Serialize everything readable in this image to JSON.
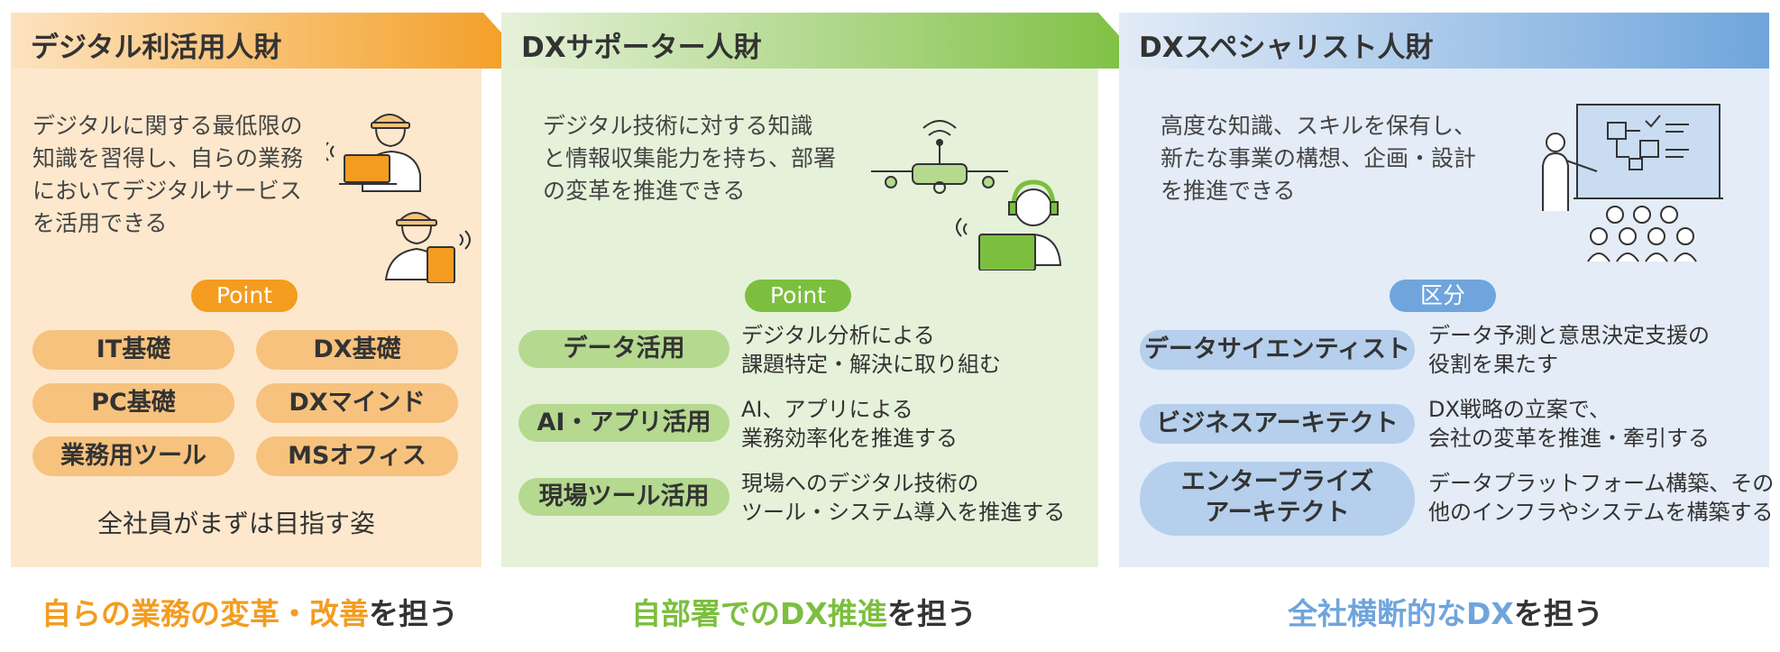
{
  "columns": [
    {
      "title": "デジタル利活用人財",
      "desc": [
        "デジタルに関する最低限の",
        "知識を習得し、自らの業務",
        "においてデジタルサービス",
        "を活用できる"
      ],
      "badge": "Point",
      "chips": [
        "IT基礎",
        "DX基礎",
        "PC基礎",
        "DXマインド",
        "業務用ツール",
        "MSオフィス"
      ],
      "closing": "全社員がまずは目指す姿",
      "footer": {
        "highlight": "自らの業務の変革・改善",
        "suffix": "を担う"
      },
      "accent": "#f39c1f",
      "illustration_icon": "workers-with-laptop-tablet-icon"
    },
    {
      "title": "DXサポーター人財",
      "desc": [
        "デジタル技術に対する知識",
        "と情報収集能力を持ち、部署",
        "の変革を推進できる"
      ],
      "badge": "Point",
      "rows": [
        {
          "label": "データ活用",
          "text": [
            "デジタル分析による",
            "課題特定・解決に取り組む"
          ]
        },
        {
          "label": "AI・アプリ活用",
          "text": [
            "AI、アプリによる",
            "業務効率化を推進する"
          ]
        },
        {
          "label": "現場ツール活用",
          "text": [
            "現場へのデジタル技術の",
            "ツール・システム導入を推進する"
          ]
        }
      ],
      "footer": {
        "highlight": "自部署でのDX推進",
        "suffix": "を担う"
      },
      "accent": "#7cbf3f",
      "illustration_icon": "drone-operator-icon"
    },
    {
      "title": "DXスペシャリスト人財",
      "desc": [
        "高度な知識、スキルを保有し、",
        "新たな事業の構想、企画・設計",
        "を推進できる"
      ],
      "badge": "区分",
      "rows": [
        {
          "label": [
            "データサイエンティスト"
          ],
          "text": [
            "データ予測と意思決定支援の",
            "役割を果たす"
          ]
        },
        {
          "label": [
            "ビジネスアーキテクト"
          ],
          "text": [
            "DX戦略の立案で、",
            "会社の変革を推進・牽引する"
          ]
        },
        {
          "label": [
            "エンタープライズ",
            "アーキテクト"
          ],
          "text": [
            "データプラットフォーム構築、その",
            "他のインフラやシステムを構築する"
          ]
        }
      ],
      "footer": {
        "highlight": "全社横断的なDX",
        "suffix": "を担う"
      },
      "accent": "#6fa5dc",
      "illustration_icon": "presenter-whiteboard-audience-icon"
    }
  ],
  "colors": {
    "col1_bg": "#fde8cd",
    "col2_bg": "#e6f1da",
    "col3_bg": "#e3ecf7",
    "footer_text": "#333333"
  }
}
